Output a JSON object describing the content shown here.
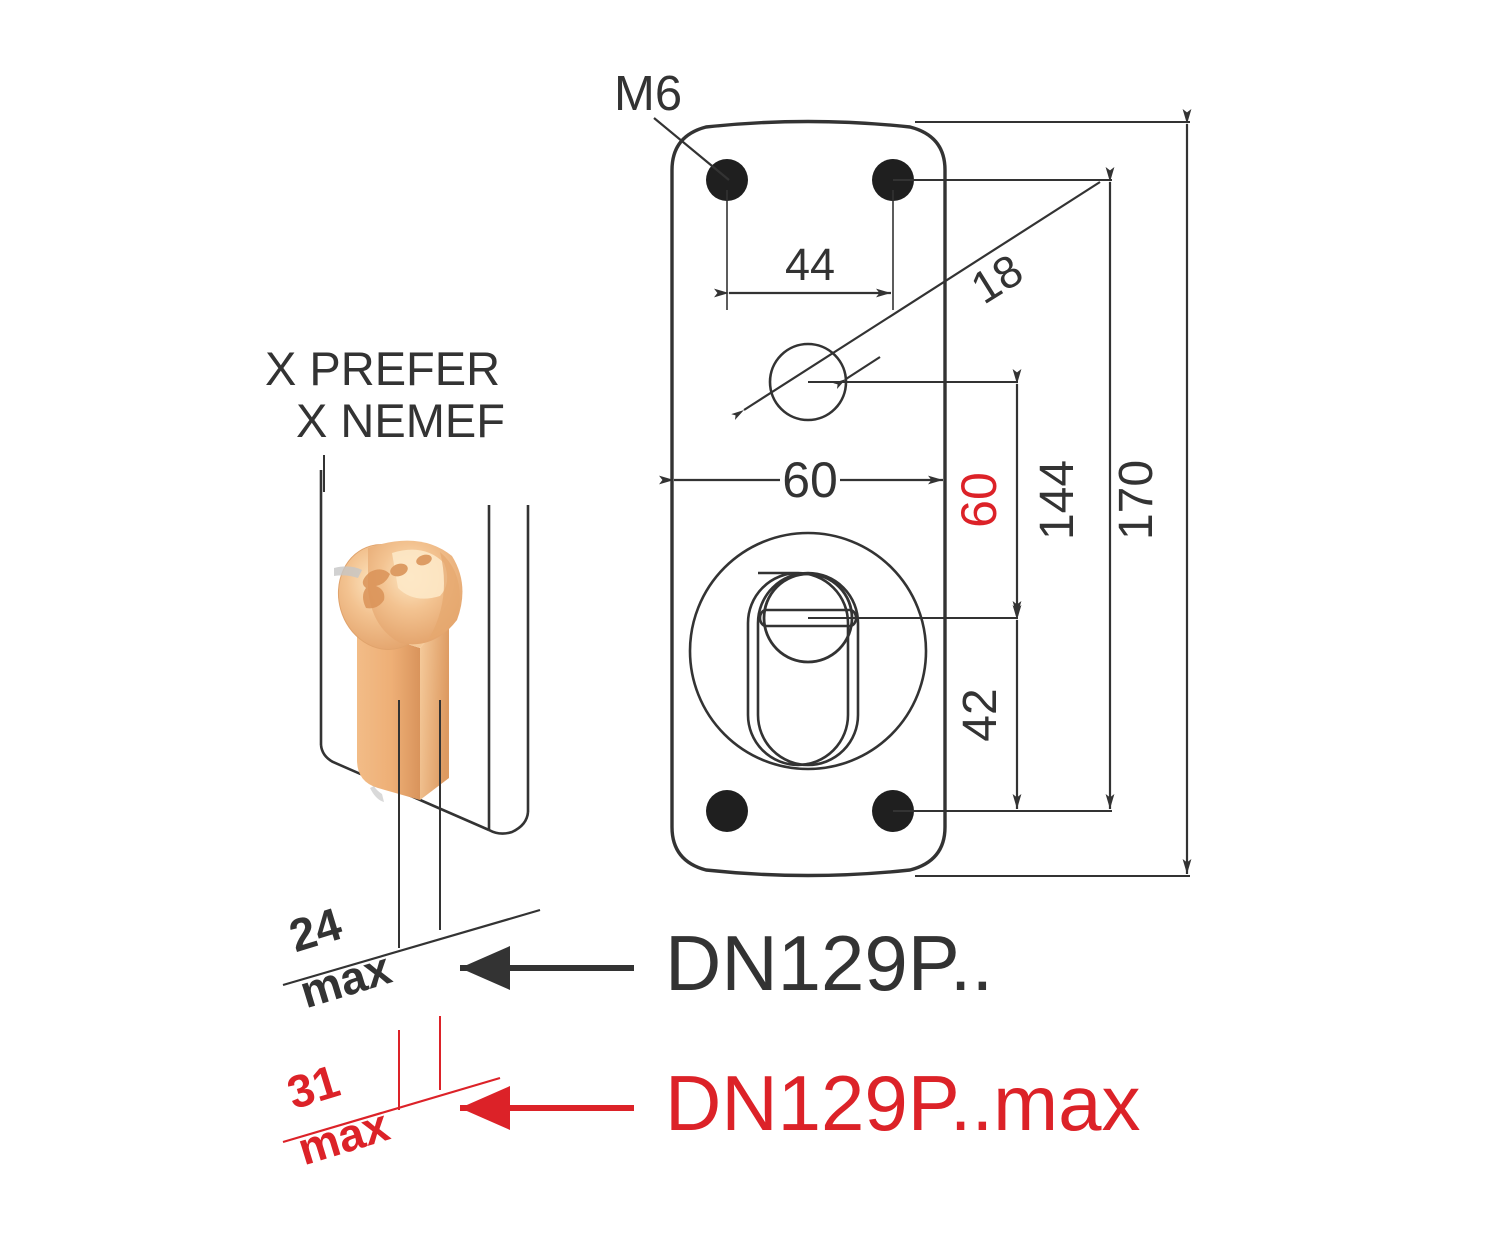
{
  "drawing": {
    "title": "DN129P rosette plate technical drawing",
    "colors": {
      "line": "#333333",
      "accent_red": "#dc2228",
      "cylinder_brass": "#efb37a",
      "background": "#ffffff"
    }
  },
  "labels": {
    "thread_callout": "M6",
    "door_note_line1": "X PREFER",
    "door_note_line2": "X NEMEF"
  },
  "dimensions": {
    "hole_spacing": "44",
    "cylinder_hole_dia": "18",
    "plate_width": "60",
    "red_center_to_center": "60",
    "key_to_bottom_hole": "42",
    "hole_to_hole_vertical": "144",
    "plate_height": "170",
    "cylinder_projection": {
      "value": "24",
      "qualifier": "max"
    },
    "cylinder_projection_max": {
      "value": "31",
      "qualifier": "max"
    }
  },
  "callouts": [
    {
      "id": "standard",
      "text": "DN129P..",
      "color": "#333333"
    },
    {
      "id": "max",
      "text": "DN129P..max",
      "color": "#dc2228"
    }
  ]
}
